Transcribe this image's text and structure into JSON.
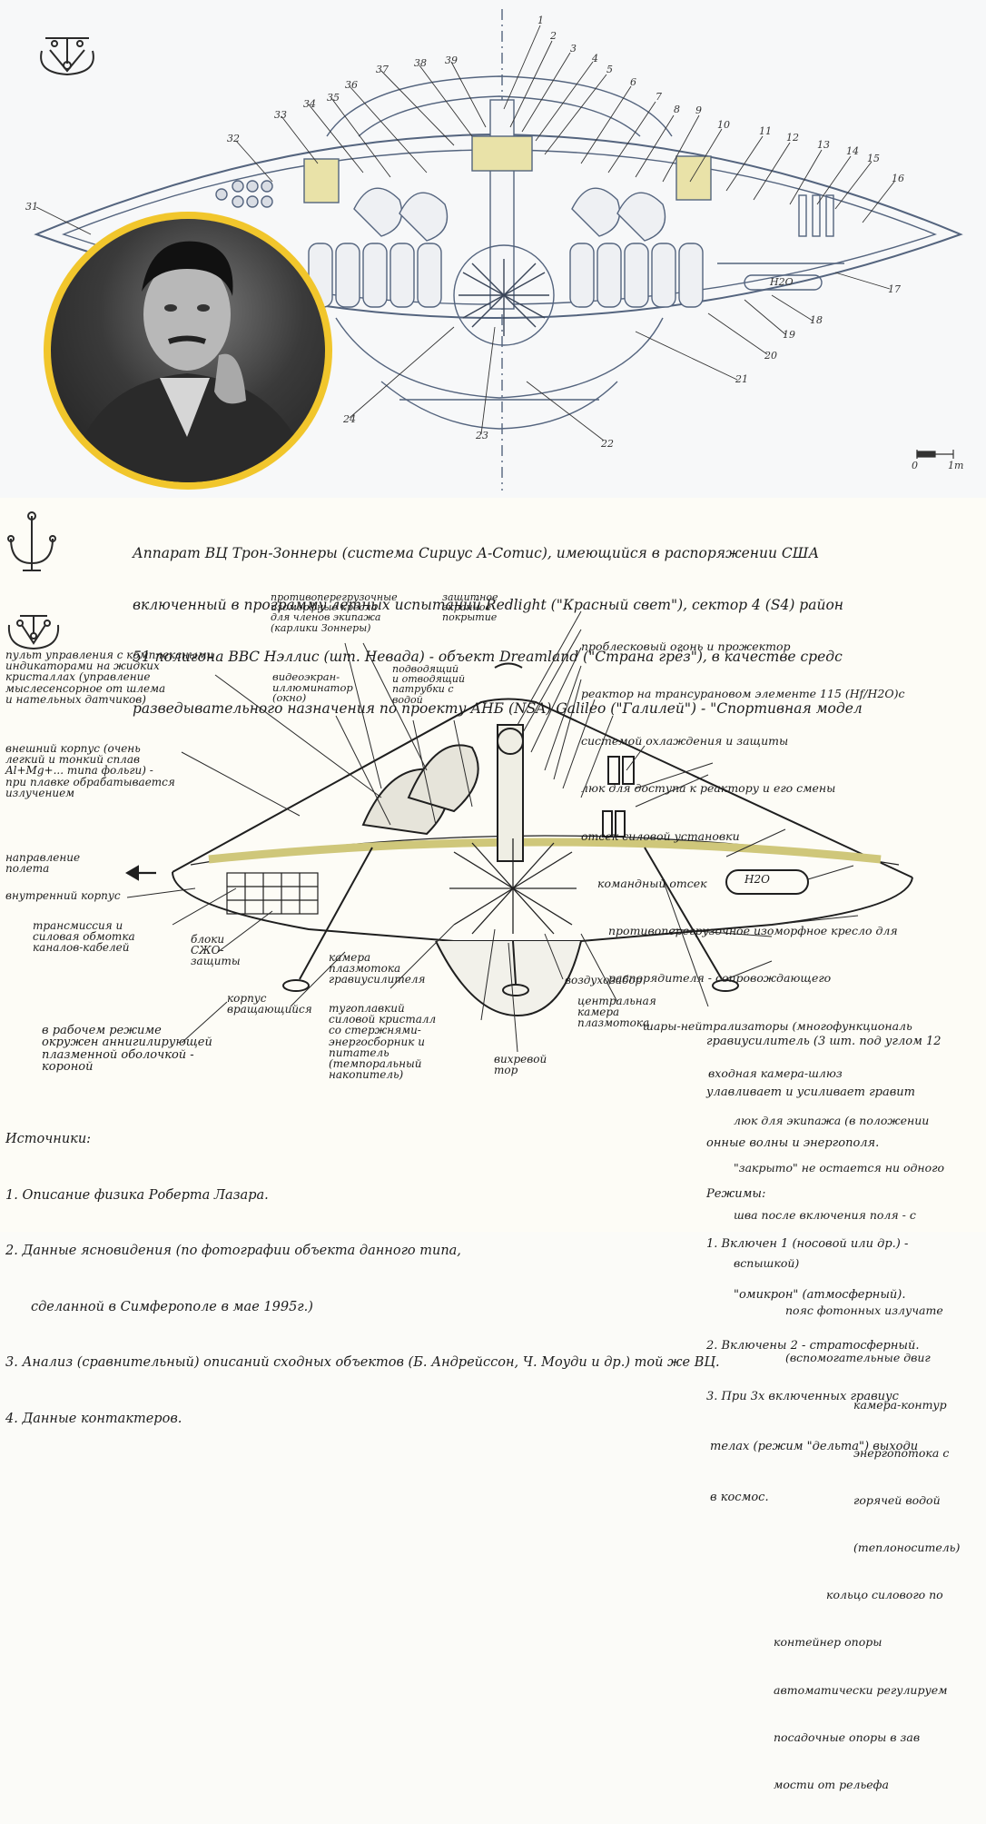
{
  "top_numbers": [
    "1",
    "2",
    "3",
    "4",
    "5",
    "6",
    "7",
    "8",
    "9",
    "10",
    "11",
    "12",
    "13",
    "14",
    "15",
    "16",
    "17",
    "18",
    "19",
    "20",
    "21",
    "22",
    "23",
    "24",
    "31",
    "32",
    "33",
    "34",
    "35",
    "36",
    "37",
    "38",
    "39"
  ],
  "top_h2o": "H2O",
  "top_scale": {
    "zero": "0",
    "end": "1m"
  },
  "title_lines": [
    "Аппарат ВЦ Трон-Зоннеры (система Сириус А-Сотис), имеющийся в распоряжении США",
    "включенный в программу летных испытаний Redlight (\"Красный свет\"), сектор 4 (S4) район",
    "51 полигона ВВС Нэллис (шт. Невада) - объект Dreamland (\"Страна грёз\"), в качестве средс",
    "разведывательного назначения по проекту АНБ (NSA) Galileo (\"Галилей\") - \"Спортивная модел"
  ],
  "labels_left": [
    "пульт управления с комплексными\nиндикаторами на жидких\nкристаллах (управление\nмыслесенсорное от шлема\nи нательных датчиков)",
    "внешний корпус (очень\nлегкий и тонкий сплав\nAl+Mg+... типа фольги) -\nпри плавке обрабатывается\nизлучением",
    "направление\nполета",
    "внутренний корпус",
    "трансмиссия и\nсиловая обмотка\nканалов-кабелей",
    "блоки\nСЖО-\nзащиты",
    "корпус\nвращающийся",
    "в рабочем режиме\nокружен аннигилирующей\nплазменной оболочкой -\nкороной"
  ],
  "labels_top": [
    "противоперегрузочные\nизоморфные кресла\nдля членов экипажа\n(карлики Зоннеры)",
    "защитное\nэкранное\nпокрытие",
    "видеоэкран-\nиллюминатор\n(окно)",
    "подводящий\nи отводящий\nпатрубки с\nводой"
  ],
  "labels_right": [
    "проблесковый огонь и прожектор",
    "реактор на трансурановом элементе 115 (Hf/H2O)с",
    "системой охлаждения и защиты",
    "люк для доступа к реактору и его смены",
    "отсек силовой установки",
    "командный отсек",
    "противоперегрузочное изоморфное кресло для",
    "распорядителя - сопровождающего",
    "шары-нейтрализаторы (многофункциональ",
    "входная камера-шлюз",
    "люк для экипажа (в положении",
    "\"закрыто\" не остается ни одного",
    "шва после включения поля - с",
    "вспышкой)",
    "пояс фотонных излучате",
    "(вспомогательные двиг",
    "камера-контур",
    "энергопотока с",
    "горячей водой",
    "(теплоноситель)",
    "кольцо силового по",
    "контейнер опоры",
    "автоматически регулируем",
    "посадочные опоры в зав",
    "мости от рельефа"
  ],
  "labels_center_bottom": [
    "камера\nплазмотока\nгравиусилителя",
    "тугоплавкий\nсиловой кристалл\nсо стержнями-\nэнергосборник и\nпитатель\n(темпоральный\nнакопитель)",
    "воздухозабор",
    "центральная\nкамера\nплазмотока",
    "вихревой\nтор"
  ],
  "labels_grav": [
    "гравиусилитель (3 шт. под углом 12",
    "улавливает и усиливает гравит",
    "онные волны и энергополя.",
    "Режимы:",
    "1. Включен 1 (носовой или др.) -",
    "\"омикрон\" (атмосферный).",
    "2. Включены 2 - стратосферный.",
    "3. При 3х включенных гравиус",
    "телах (режим \"дельта\") выходи",
    "в космос."
  ],
  "h2o_label": "H2O",
  "sources_heading": "Источники:",
  "sources": [
    "1. Описание физика Роберта Лазара.",
    "2. Данные ясновидения (по фотографии объекта данного типа,",
    "сделанной в Симферополе в мае 1995г.)",
    "3. Анализ (сравнительный) описаний сходных объектов (Б. Андрейссон, Ч. Моуди и др.) той же ВЦ.",
    "4. Данные контактеров."
  ],
  "colors": {
    "portrait_ring": "#f1c62c",
    "ink": "#1b1b1b",
    "blueprint": "#5b6c86",
    "yellow_band": "#ece7a6",
    "paper": "#fdfcf6"
  }
}
